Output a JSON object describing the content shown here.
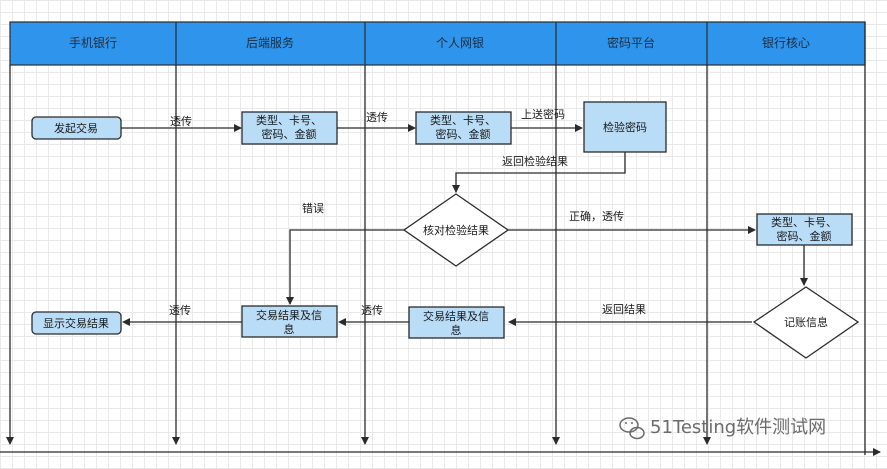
{
  "lanes": [
    {
      "label": "手机银行"
    },
    {
      "label": "后端服务"
    },
    {
      "label": "个人网银"
    },
    {
      "label": "密码平台"
    },
    {
      "label": "银行核心"
    }
  ],
  "nodes": {
    "start": "发起交易",
    "backend_params": [
      "类型、卡号、",
      "密码、金额"
    ],
    "ebank_params": [
      "类型、卡号、",
      "密码、金额"
    ],
    "verify_pwd": "检验密码",
    "check_result": "核对检验结果",
    "core_params": [
      "类型、卡号、",
      "密码、金额"
    ],
    "accounting": "记账信息",
    "ebank_result": [
      "交易结果及信",
      "息"
    ],
    "backend_result": [
      "交易结果及信",
      "息"
    ],
    "show_result": "显示交易结果"
  },
  "edges": {
    "pass1": "透传",
    "pass2": "透传",
    "upload_pwd": "上送密码",
    "return_verify": "返回检验结果",
    "error": "错误",
    "correct_pass": "正确，透传",
    "return_result": "返回结果",
    "pass3": "透传",
    "pass4": "透传"
  },
  "watermark": {
    "text": "51Testing软件测试网",
    "icon": "wechat-icon"
  },
  "colors": {
    "header_fill": "#2f95ec",
    "node_fill": "#b9dcf7",
    "node_stroke": "#2b2b2b",
    "line": "#2b2b2b",
    "diamond_fill": "#ffffff"
  }
}
